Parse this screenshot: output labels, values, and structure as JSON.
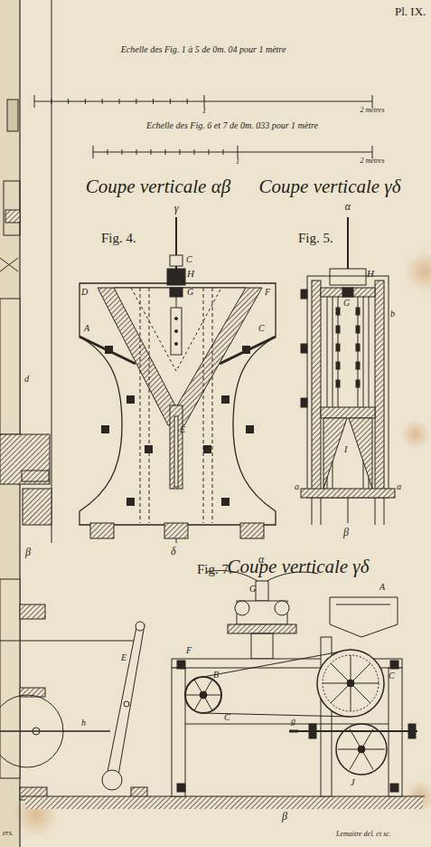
{
  "diagram": {
    "labels": [
      "Pl. IX.",
      "Echelle des Fig. 1 à 5 de 0m. 04 pour 1 mètre",
      "1",
      "2 mètres",
      "Echelle des Fig. 6 et 7 de 0m. 033 pour 1 mètre",
      "1",
      "2 mètres",
      "Coupe verticale αβ",
      "Coupe verticale γδ",
      "γ",
      "Fig. 4.",
      "α",
      "Fig. 5.",
      "C",
      "H",
      "G",
      "D",
      "F",
      "A",
      "C",
      "E",
      "δ",
      "H",
      "G",
      "b",
      "I",
      "a",
      "a",
      "β",
      "Fig. 7.",
      "Coupe verticale γδ",
      "α",
      "G",
      "A",
      "F",
      "B",
      "C",
      "C",
      "g",
      "J",
      "β",
      "d",
      "β",
      "E",
      "h",
      "ers.",
      "Lemaitre del. et sc."
    ]
  }
}
